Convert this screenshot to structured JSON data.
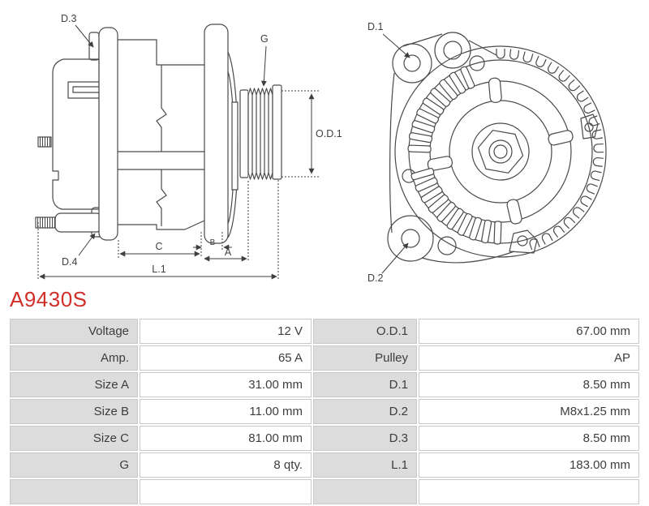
{
  "part_number": "A9430S",
  "colors": {
    "part_number_red": "#d32f2a",
    "table_label_bg": "#dcdcdc",
    "drawing_line": "#4a4a4a"
  },
  "drawing": {
    "side_view_labels": {
      "d3": "D.3",
      "d4": "D.4",
      "g": "G",
      "od1": "O.D.1",
      "c": "C",
      "b": "B",
      "a": "A",
      "l1": "L.1"
    },
    "front_view_labels": {
      "d1": "D.1",
      "d2": "D.2"
    }
  },
  "spec_table": {
    "rows": [
      {
        "label_left": "Voltage",
        "value_left": "12 V",
        "label_right": "O.D.1",
        "value_right": "67.00 mm"
      },
      {
        "label_left": "Amp.",
        "value_left": "65 A",
        "label_right": "Pulley",
        "value_right": "AP"
      },
      {
        "label_left": "Size A",
        "value_left": "31.00 mm",
        "label_right": "D.1",
        "value_right": "8.50 mm"
      },
      {
        "label_left": "Size B",
        "value_left": "11.00 mm",
        "label_right": "D.2",
        "value_right": "M8x1.25 mm"
      },
      {
        "label_left": "Size C",
        "value_left": "81.00 mm",
        "label_right": "D.3",
        "value_right": "8.50 mm"
      },
      {
        "label_left": "G",
        "value_left": "8 qty.",
        "label_right": "L.1",
        "value_right": "183.00 mm"
      }
    ]
  }
}
